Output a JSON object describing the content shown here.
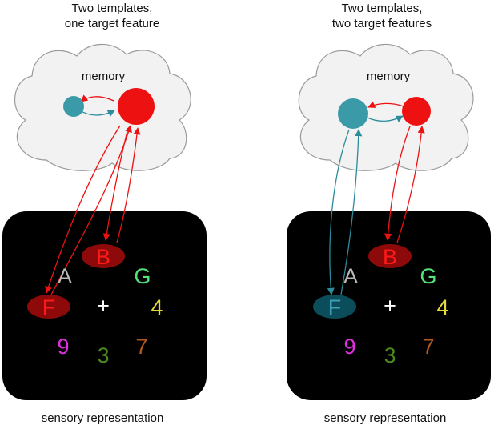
{
  "colors": {
    "red": "#ee1111",
    "red_dark": "#8e0a0a",
    "red_text": "#ff1a1a",
    "teal": "#3a9aa8",
    "teal_dark": "#0c4d5c",
    "teal_text": "#3f9fb4",
    "cloud_fill": "#f2f2f2",
    "cloud_stroke": "#9a9a9a",
    "panel": "#000000"
  },
  "panels": [
    {
      "title_line1": "Two templates,",
      "title_line2": "one target feature",
      "memory_label": "memory",
      "caption": "sensory representation",
      "template_small_color": "teal",
      "template_large_color": "red",
      "f_marker_color": "red",
      "letters": {
        "b": "B",
        "a": "A",
        "g": "G",
        "f": "F",
        "plus": "+",
        "four": "4",
        "nine": "9",
        "three": "3",
        "seven": "7"
      }
    },
    {
      "title_line1": "Two templates,",
      "title_line2": "two target features",
      "memory_label": "memory",
      "caption": "sensory representation",
      "template_small_color": "teal",
      "template_large_color": "red",
      "f_marker_color": "teal",
      "letters": {
        "b": "B",
        "a": "A",
        "g": "G",
        "f": "F",
        "plus": "+",
        "four": "4",
        "nine": "9",
        "three": "3",
        "seven": "7"
      }
    }
  ]
}
